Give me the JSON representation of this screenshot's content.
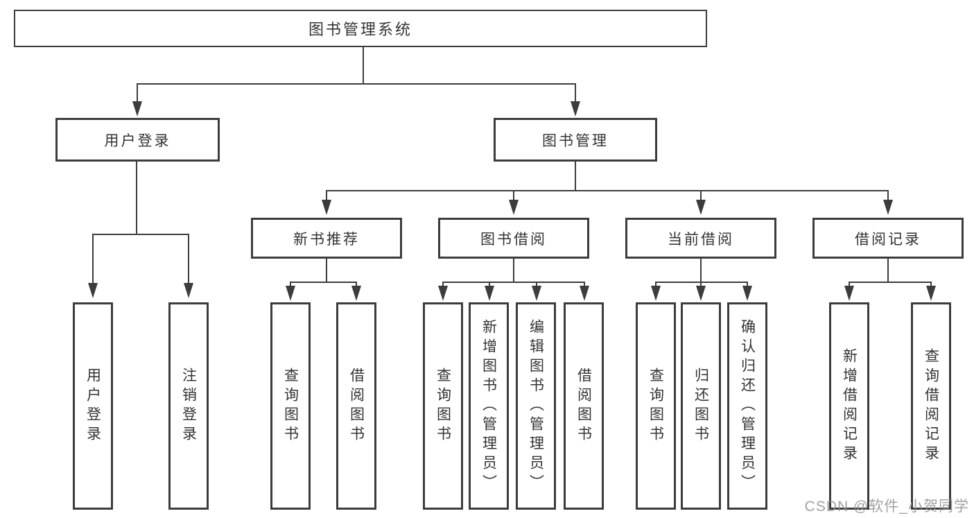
{
  "diagram": {
    "root_label": "图书管理系统",
    "level2": {
      "user_login": "用户登录",
      "book_management": "图书管理"
    },
    "level3": {
      "new_book_recommend": "新书推荐",
      "book_borrow": "图书借阅",
      "current_borrow": "当前借阅",
      "borrow_record": "借阅记录"
    },
    "leaves": {
      "user_login": [
        "用户登录",
        "注销登录"
      ],
      "new_book_recommend": [
        "查询图书",
        "借阅图书"
      ],
      "book_borrow": [
        "查询图书",
        "新增图书（管理员）",
        "编辑图书（管理员）",
        "借阅图书"
      ],
      "current_borrow": [
        "查询图书",
        "归还图书",
        "确认归还（管理员）"
      ],
      "borrow_record": [
        "新增借阅记录",
        "查询借阅记录"
      ]
    },
    "colors": {
      "line": "#3c3c3c",
      "text": "#333333",
      "background": "#ffffff",
      "watermark": "#919191"
    },
    "watermark": "CSDN @软件_小贺同学"
  }
}
